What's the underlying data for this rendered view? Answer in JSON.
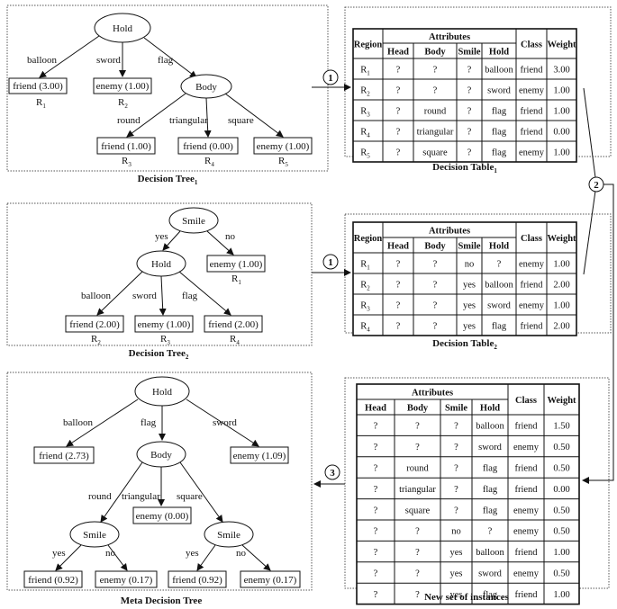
{
  "tree1": {
    "caption": "Decision Tree",
    "caption_sub": "1",
    "root": "Hold",
    "edge_balloon": "balloon",
    "edge_sword": "sword",
    "edge_flag": "flag",
    "leaf_balloon": "friend (3.00)",
    "leaf_sword": "enemy (1.00)",
    "body": "Body",
    "edge_round": "round",
    "edge_triangular": "triangular",
    "edge_square": "square",
    "leaf_round": "friend (1.00)",
    "leaf_triangular": "friend (0.00)",
    "leaf_square": "enemy (1.00)",
    "r1": "R",
    "r1s": "1",
    "r2": "R",
    "r2s": "2",
    "r3": "R",
    "r3s": "3",
    "r4": "R",
    "r4s": "4",
    "r5": "R",
    "r5s": "5"
  },
  "tree2": {
    "caption": "Decision Tree",
    "caption_sub": "2",
    "root": "Smile",
    "edge_yes": "yes",
    "edge_no": "no",
    "leaf_no": "enemy (1.00)",
    "hold": "Hold",
    "edge_balloon": "balloon",
    "edge_sword": "sword",
    "edge_flag": "flag",
    "leaf_balloon": "friend (2.00)",
    "leaf_sword": "enemy (1.00)",
    "leaf_flag": "friend (2.00)",
    "r1": "R",
    "r1s": "1",
    "r2": "R",
    "r2s": "2",
    "r3": "R",
    "r3s": "3",
    "r4": "R",
    "r4s": "4"
  },
  "meta": {
    "caption": "Meta Decision Tree",
    "root": "Hold",
    "edge_balloon": "balloon",
    "edge_flag": "flag",
    "edge_sword": "sword",
    "leaf_balloon": "friend (2.73)",
    "leaf_sword": "enemy (1.09)",
    "body": "Body",
    "edge_round": "round",
    "edge_triangular": "triangular",
    "edge_square": "square",
    "leaf_triangular": "enemy (0.00)",
    "smile_left": "Smile",
    "smile_right": "Smile",
    "edge_yes_l": "yes",
    "edge_no_l": "no",
    "edge_yes_r": "yes",
    "edge_no_r": "no",
    "leaf_ll": "friend (0.92)",
    "leaf_lr": "enemy (0.17)",
    "leaf_rl": "friend (0.92)",
    "leaf_rr": "enemy (0.17)"
  },
  "steps": {
    "s1a": "1",
    "s1b": "1",
    "s2": "2",
    "s3": "3"
  },
  "table_headers": {
    "region": "Region",
    "attributes": "Attributes",
    "head": "Head",
    "body": "Body",
    "smile": "Smile",
    "hold": "Hold",
    "class": "Class",
    "weight": "Weight"
  },
  "table1": {
    "caption": "Decision Table",
    "caption_sub": "1",
    "rows": [
      {
        "region": "R",
        "sub": "1",
        "head": "?",
        "body": "?",
        "smile": "?",
        "hold": "balloon",
        "cls": "friend",
        "weight": "3.00"
      },
      {
        "region": "R",
        "sub": "2",
        "head": "?",
        "body": "?",
        "smile": "?",
        "hold": "sword",
        "cls": "enemy",
        "weight": "1.00"
      },
      {
        "region": "R",
        "sub": "3",
        "head": "?",
        "body": "round",
        "smile": "?",
        "hold": "flag",
        "cls": "friend",
        "weight": "1.00"
      },
      {
        "region": "R",
        "sub": "4",
        "head": "?",
        "body": "triangular",
        "smile": "?",
        "hold": "flag",
        "cls": "friend",
        "weight": "0.00"
      },
      {
        "region": "R",
        "sub": "5",
        "head": "?",
        "body": "square",
        "smile": "?",
        "hold": "flag",
        "cls": "enemy",
        "weight": "1.00"
      }
    ]
  },
  "table2": {
    "caption": "Decision Table",
    "caption_sub": "2",
    "rows": [
      {
        "region": "R",
        "sub": "1",
        "head": "?",
        "body": "?",
        "smile": "no",
        "hold": "?",
        "cls": "enemy",
        "weight": "1.00"
      },
      {
        "region": "R",
        "sub": "2",
        "head": "?",
        "body": "?",
        "smile": "yes",
        "hold": "balloon",
        "cls": "friend",
        "weight": "2.00"
      },
      {
        "region": "R",
        "sub": "3",
        "head": "?",
        "body": "?",
        "smile": "yes",
        "hold": "sword",
        "cls": "enemy",
        "weight": "1.00"
      },
      {
        "region": "R",
        "sub": "4",
        "head": "?",
        "body": "?",
        "smile": "yes",
        "hold": "flag",
        "cls": "friend",
        "weight": "2.00"
      }
    ]
  },
  "table3": {
    "caption": "New set of instances",
    "rows": [
      {
        "head": "?",
        "body": "?",
        "smile": "?",
        "hold": "balloon",
        "cls": "friend",
        "weight": "1.50"
      },
      {
        "head": "?",
        "body": "?",
        "smile": "?",
        "hold": "sword",
        "cls": "enemy",
        "weight": "0.50"
      },
      {
        "head": "?",
        "body": "round",
        "smile": "?",
        "hold": "flag",
        "cls": "friend",
        "weight": "0.50"
      },
      {
        "head": "?",
        "body": "triangular",
        "smile": "?",
        "hold": "flag",
        "cls": "friend",
        "weight": "0.00"
      },
      {
        "head": "?",
        "body": "square",
        "smile": "?",
        "hold": "flag",
        "cls": "enemy",
        "weight": "0.50"
      },
      {
        "head": "?",
        "body": "?",
        "smile": "no",
        "hold": "?",
        "cls": "enemy",
        "weight": "0.50"
      },
      {
        "head": "?",
        "body": "?",
        "smile": "yes",
        "hold": "balloon",
        "cls": "friend",
        "weight": "1.00"
      },
      {
        "head": "?",
        "body": "?",
        "smile": "yes",
        "hold": "sword",
        "cls": "enemy",
        "weight": "0.50"
      },
      {
        "head": "?",
        "body": "?",
        "smile": "yes",
        "hold": "flag",
        "cls": "friend",
        "weight": "1.00"
      }
    ]
  }
}
